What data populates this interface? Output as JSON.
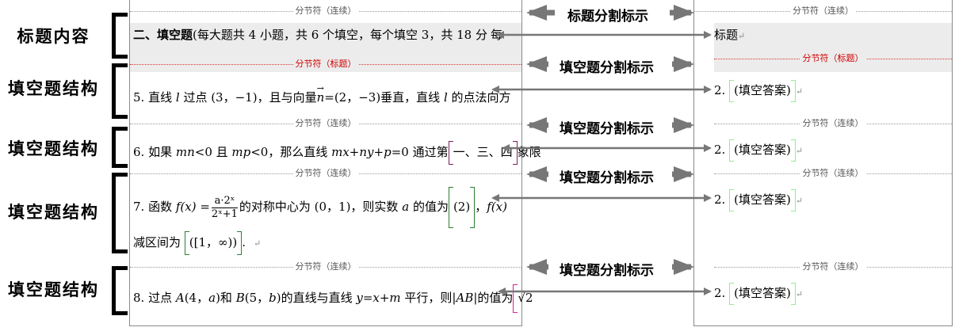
{
  "left_labels": {
    "title_content": "标题内容",
    "fill_structure": "填空题结构"
  },
  "middle_labels": {
    "title_split": "标题分割标示",
    "fill_split": "填空题分割标示"
  },
  "section_break": {
    "continuous": "分节符（连续）",
    "title": "分节符（标题）"
  },
  "doc": {
    "heading_bold": "二、填空题",
    "heading_rest": "(每大题共 4 小题，共 6 个填空，每个填空 3，共 18 分",
    "heading_cut": "每",
    "q5": {
      "a": "5. 直线 ",
      "l": "l",
      "b": " 过点 (3，−1)，且与向量",
      "n": "n",
      "c": "=(2，−3)垂直，直线 ",
      "l2": "l",
      "d": " 的点法向方"
    },
    "q6": {
      "a": "6. 如果 ",
      "mn": "mn",
      "b": "<0 且 ",
      "mp": "mp",
      "c": "<0，那么直线 ",
      "eq": "mx+ny+p",
      "d": "=0 通过第",
      "ans": "一、三、四",
      "e": "象限"
    },
    "q7": {
      "a": "7. 函数 ",
      "fx": "f(x)",
      "eqsign": " =",
      "num": "a·2ˣ",
      "den": "2ˣ+1",
      "b": "的对称中心为 (0，1)，则实数 ",
      "av": "a",
      "c": " 的值为",
      "ans": "(2)",
      "d": "，",
      "fx2": "f(x)",
      "line2": "减区间为 ",
      "ans2": "([1，∞))",
      "end": "."
    },
    "q8": {
      "a": "8. 过点 ",
      "A": "A",
      "b": "(4，",
      "av": "a",
      "c": ")和 ",
      "B": "B",
      "d": "(5，",
      "bv": "b",
      "e": ")的直线与直线 ",
      "eq": "y=x+m",
      "f": " 平行，则|",
      "AB": "AB",
      "g": "|的值为",
      "ans": "√2"
    }
  },
  "template": {
    "title": "标题",
    "num": "2.",
    "answer": "(填空答案)"
  },
  "colors": {
    "red_break": "#d00000",
    "shade": "#ececec",
    "answer_green": "#2e7d32",
    "answer_purple": "#7b1f5a",
    "answer_magenta": "#e0208a",
    "template_green": "#90ee90",
    "arrow_gray": "#777777"
  }
}
